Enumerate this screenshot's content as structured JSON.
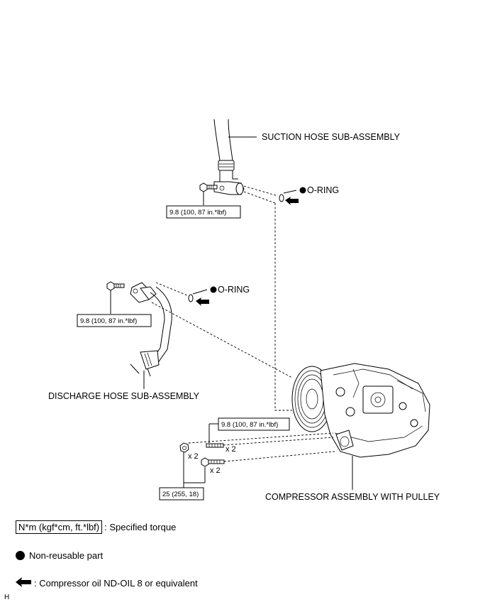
{
  "labels": {
    "suction_hose": "SUCTION HOSE SUB-ASSEMBLY",
    "discharge_hose": "DISCHARGE HOSE SUB-ASSEMBLY",
    "compressor": "COMPRESSOR ASSEMBLY WITH PULLEY",
    "o_ring": "O-RING"
  },
  "torques": {
    "suction_bolt": "9.8 (100, 87 in.*lbf)",
    "discharge_bolt": "9.8 (100, 87 in.*lbf)",
    "stud_bolt": "9.8 (100, 87 in.*lbf)",
    "compressor_bolt": "25 (255, 18)"
  },
  "quantities": {
    "stud": "x 2",
    "nut": "x 2",
    "bolt": "x 2"
  },
  "legend": {
    "torque_box": "N*m (kgf*cm, ft.*lbf)",
    "torque_text": ": Specified torque",
    "non_reusable": "Non-reusable part",
    "oil_text": ": Compressor oil ND-OIL 8 or equivalent"
  },
  "figure_code": "H"
}
